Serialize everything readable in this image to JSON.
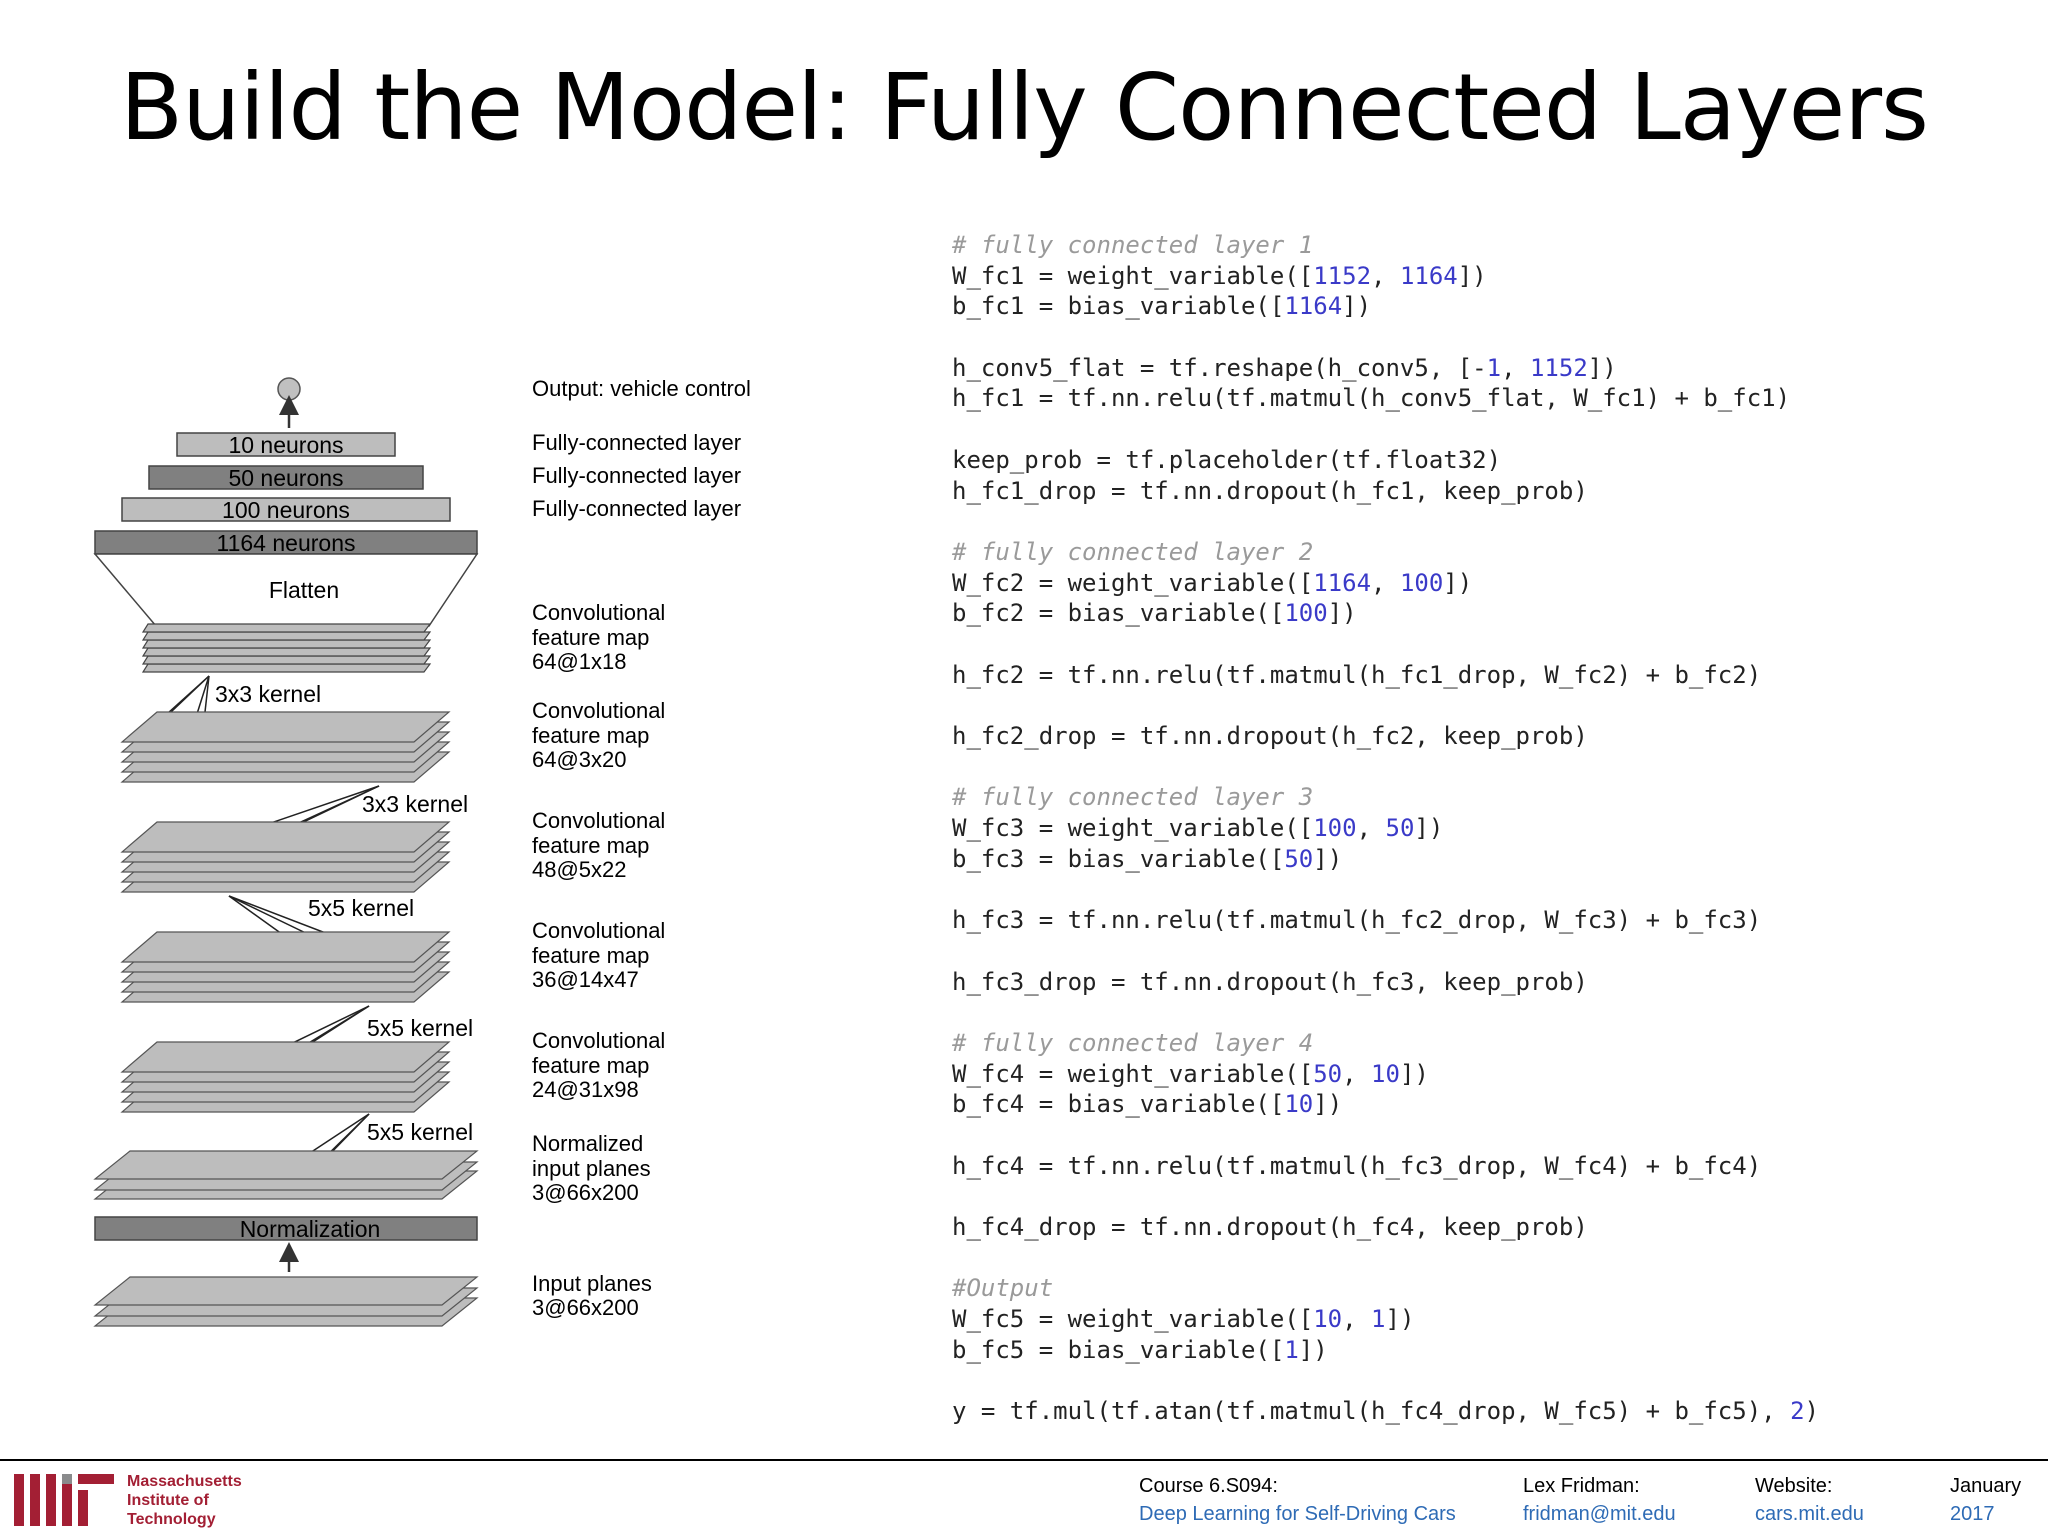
{
  "slide": {
    "title": "Build the Model: Fully Connected Layers"
  },
  "diagram": {
    "right_labels": {
      "output": "Output: vehicle control",
      "fc1": "Fully-connected layer",
      "fc2": "Fully-connected layer",
      "fc3": "Fully-connected layer",
      "conv5": [
        "Convolutional",
        "feature map",
        "64@1x18"
      ],
      "conv4": [
        "Convolutional",
        "feature map",
        "64@3x20"
      ],
      "conv3": [
        "Convolutional",
        "feature map",
        "48@5x22"
      ],
      "conv2": [
        "Convolutional",
        "feature map",
        "36@14x47"
      ],
      "conv1": [
        "Convolutional",
        "feature map",
        "24@31x98"
      ],
      "normalized": [
        "Normalized",
        "input planes",
        "3@66x200"
      ],
      "input": [
        "Input planes",
        "3@66x200"
      ]
    },
    "bars": {
      "n10": "10 neurons",
      "n50": "50 neurons",
      "n100": "100 neurons",
      "n1164": "1164 neurons",
      "flatten": "Flatten",
      "normalization": "Normalization"
    },
    "kernels": {
      "k5": "3x3 kernel",
      "k4": "3x3 kernel",
      "k3": "5x5 kernel",
      "k2": "5x5 kernel",
      "k1": "5x5 kernel"
    }
  },
  "code": {
    "lines": [
      [
        {
          "t": "# fully connected layer 1",
          "c": "cm"
        }
      ],
      [
        {
          "t": "W_fc1 = weight_variable(["
        },
        {
          "t": "1152",
          "c": "num"
        },
        {
          "t": ", "
        },
        {
          "t": "1164",
          "c": "num"
        },
        {
          "t": "])"
        }
      ],
      [
        {
          "t": "b_fc1 = bias_variable(["
        },
        {
          "t": "1164",
          "c": "num"
        },
        {
          "t": "])"
        }
      ],
      [],
      [
        {
          "t": "h_conv5_flat = tf.reshape(h_conv5, [-"
        },
        {
          "t": "1",
          "c": "num"
        },
        {
          "t": ", "
        },
        {
          "t": "1152",
          "c": "num"
        },
        {
          "t": "])"
        }
      ],
      [
        {
          "t": "h_fc1 = tf.nn.relu(tf.matmul(h_conv5_flat, W_fc1) + b_fc1)"
        }
      ],
      [],
      [
        {
          "t": "keep_prob = tf.placeholder(tf.float32)"
        }
      ],
      [
        {
          "t": "h_fc1_drop = tf.nn.dropout(h_fc1, keep_prob)"
        }
      ],
      [],
      [
        {
          "t": "# fully connected layer 2",
          "c": "cm"
        }
      ],
      [
        {
          "t": "W_fc2 = weight_variable(["
        },
        {
          "t": "1164",
          "c": "num"
        },
        {
          "t": ", "
        },
        {
          "t": "100",
          "c": "num"
        },
        {
          "t": "])"
        }
      ],
      [
        {
          "t": "b_fc2 = bias_variable(["
        },
        {
          "t": "100",
          "c": "num"
        },
        {
          "t": "])"
        }
      ],
      [],
      [
        {
          "t": "h_fc2 = tf.nn.relu(tf.matmul(h_fc1_drop, W_fc2) + b_fc2)"
        }
      ],
      [],
      [
        {
          "t": "h_fc2_drop = tf.nn.dropout(h_fc2, keep_prob)"
        }
      ],
      [],
      [
        {
          "t": "# fully connected layer 3",
          "c": "cm"
        }
      ],
      [
        {
          "t": "W_fc3 = weight_variable(["
        },
        {
          "t": "100",
          "c": "num"
        },
        {
          "t": ", "
        },
        {
          "t": "50",
          "c": "num"
        },
        {
          "t": "])"
        }
      ],
      [
        {
          "t": "b_fc3 = bias_variable(["
        },
        {
          "t": "50",
          "c": "num"
        },
        {
          "t": "])"
        }
      ],
      [],
      [
        {
          "t": "h_fc3 = tf.nn.relu(tf.matmul(h_fc2_drop, W_fc3) + b_fc3)"
        }
      ],
      [],
      [
        {
          "t": "h_fc3_drop = tf.nn.dropout(h_fc3, keep_prob)"
        }
      ],
      [],
      [
        {
          "t": "# fully connected layer 4",
          "c": "cm"
        }
      ],
      [
        {
          "t": "W_fc4 = weight_variable(["
        },
        {
          "t": "50",
          "c": "num"
        },
        {
          "t": ", "
        },
        {
          "t": "10",
          "c": "num"
        },
        {
          "t": "])"
        }
      ],
      [
        {
          "t": "b_fc4 = bias_variable(["
        },
        {
          "t": "10",
          "c": "num"
        },
        {
          "t": "])"
        }
      ],
      [],
      [
        {
          "t": "h_fc4 = tf.nn.relu(tf.matmul(h_fc3_drop, W_fc4) + b_fc4)"
        }
      ],
      [],
      [
        {
          "t": "h_fc4_drop = tf.nn.dropout(h_fc4, keep_prob)"
        }
      ],
      [],
      [
        {
          "t": "#Output",
          "c": "cm"
        }
      ],
      [
        {
          "t": "W_fc5 = weight_variable(["
        },
        {
          "t": "10",
          "c": "num"
        },
        {
          "t": ", "
        },
        {
          "t": "1",
          "c": "num"
        },
        {
          "t": "])"
        }
      ],
      [
        {
          "t": "b_fc5 = bias_variable(["
        },
        {
          "t": "1",
          "c": "num"
        },
        {
          "t": "])"
        }
      ],
      [],
      [
        {
          "t": "y = tf.mul(tf.atan(tf.matmul(h_fc4_drop, W_fc5) + b_fc5), "
        },
        {
          "t": "2",
          "c": "num"
        },
        {
          "t": ")"
        }
      ]
    ]
  },
  "footer": {
    "institution": [
      "Massachusetts",
      "Institute of",
      "Technology"
    ],
    "course_label": "Course 6.S094:",
    "course_name": "Deep Learning for Self-Driving Cars",
    "author": "Lex Fridman:",
    "email": "fridman@mit.edu",
    "website_label": "Website:",
    "website": "cars.mit.edu",
    "month": "January",
    "year": "2017"
  },
  "colors": {
    "mit_red": "#a31f34",
    "link_blue": "#2e6bb5",
    "code_number": "#3a3ac8",
    "code_comment": "#9a9a9a"
  }
}
